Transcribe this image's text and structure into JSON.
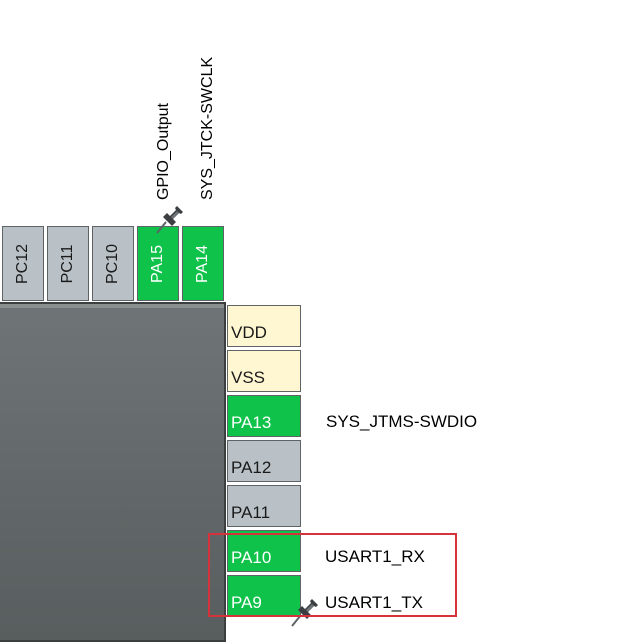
{
  "top_pins": [
    {
      "label": "PC12",
      "state": "unused",
      "signal": ""
    },
    {
      "label": "PC11",
      "state": "unused",
      "signal": ""
    },
    {
      "label": "PC10",
      "state": "unused",
      "signal": ""
    },
    {
      "label": "PA15",
      "state": "assigned",
      "signal": "GPIO_Output",
      "pinned": true
    },
    {
      "label": "PA14",
      "state": "assigned",
      "signal": "SYS_JTCK-SWCLK"
    }
  ],
  "right_pins": [
    {
      "label": "VDD",
      "state": "power",
      "signal": ""
    },
    {
      "label": "VSS",
      "state": "power",
      "signal": ""
    },
    {
      "label": "PA13",
      "state": "assigned",
      "signal": "SYS_JTMS-SWDIO"
    },
    {
      "label": "PA12",
      "state": "unused",
      "signal": ""
    },
    {
      "label": "PA11",
      "state": "unused",
      "signal": ""
    },
    {
      "label": "PA10",
      "state": "assigned",
      "signal": "USART1_RX"
    },
    {
      "label": "PA9",
      "state": "assigned",
      "signal": "USART1_TX",
      "pinned": true
    }
  ],
  "colors": {
    "assigned": "#0fc24a",
    "unused": "#b9c1c6",
    "power": "#fff6d2",
    "chip_body": "#626869",
    "highlight_border": "#d6323c"
  },
  "icons": {
    "pin_marker": "pushpin-icon"
  }
}
